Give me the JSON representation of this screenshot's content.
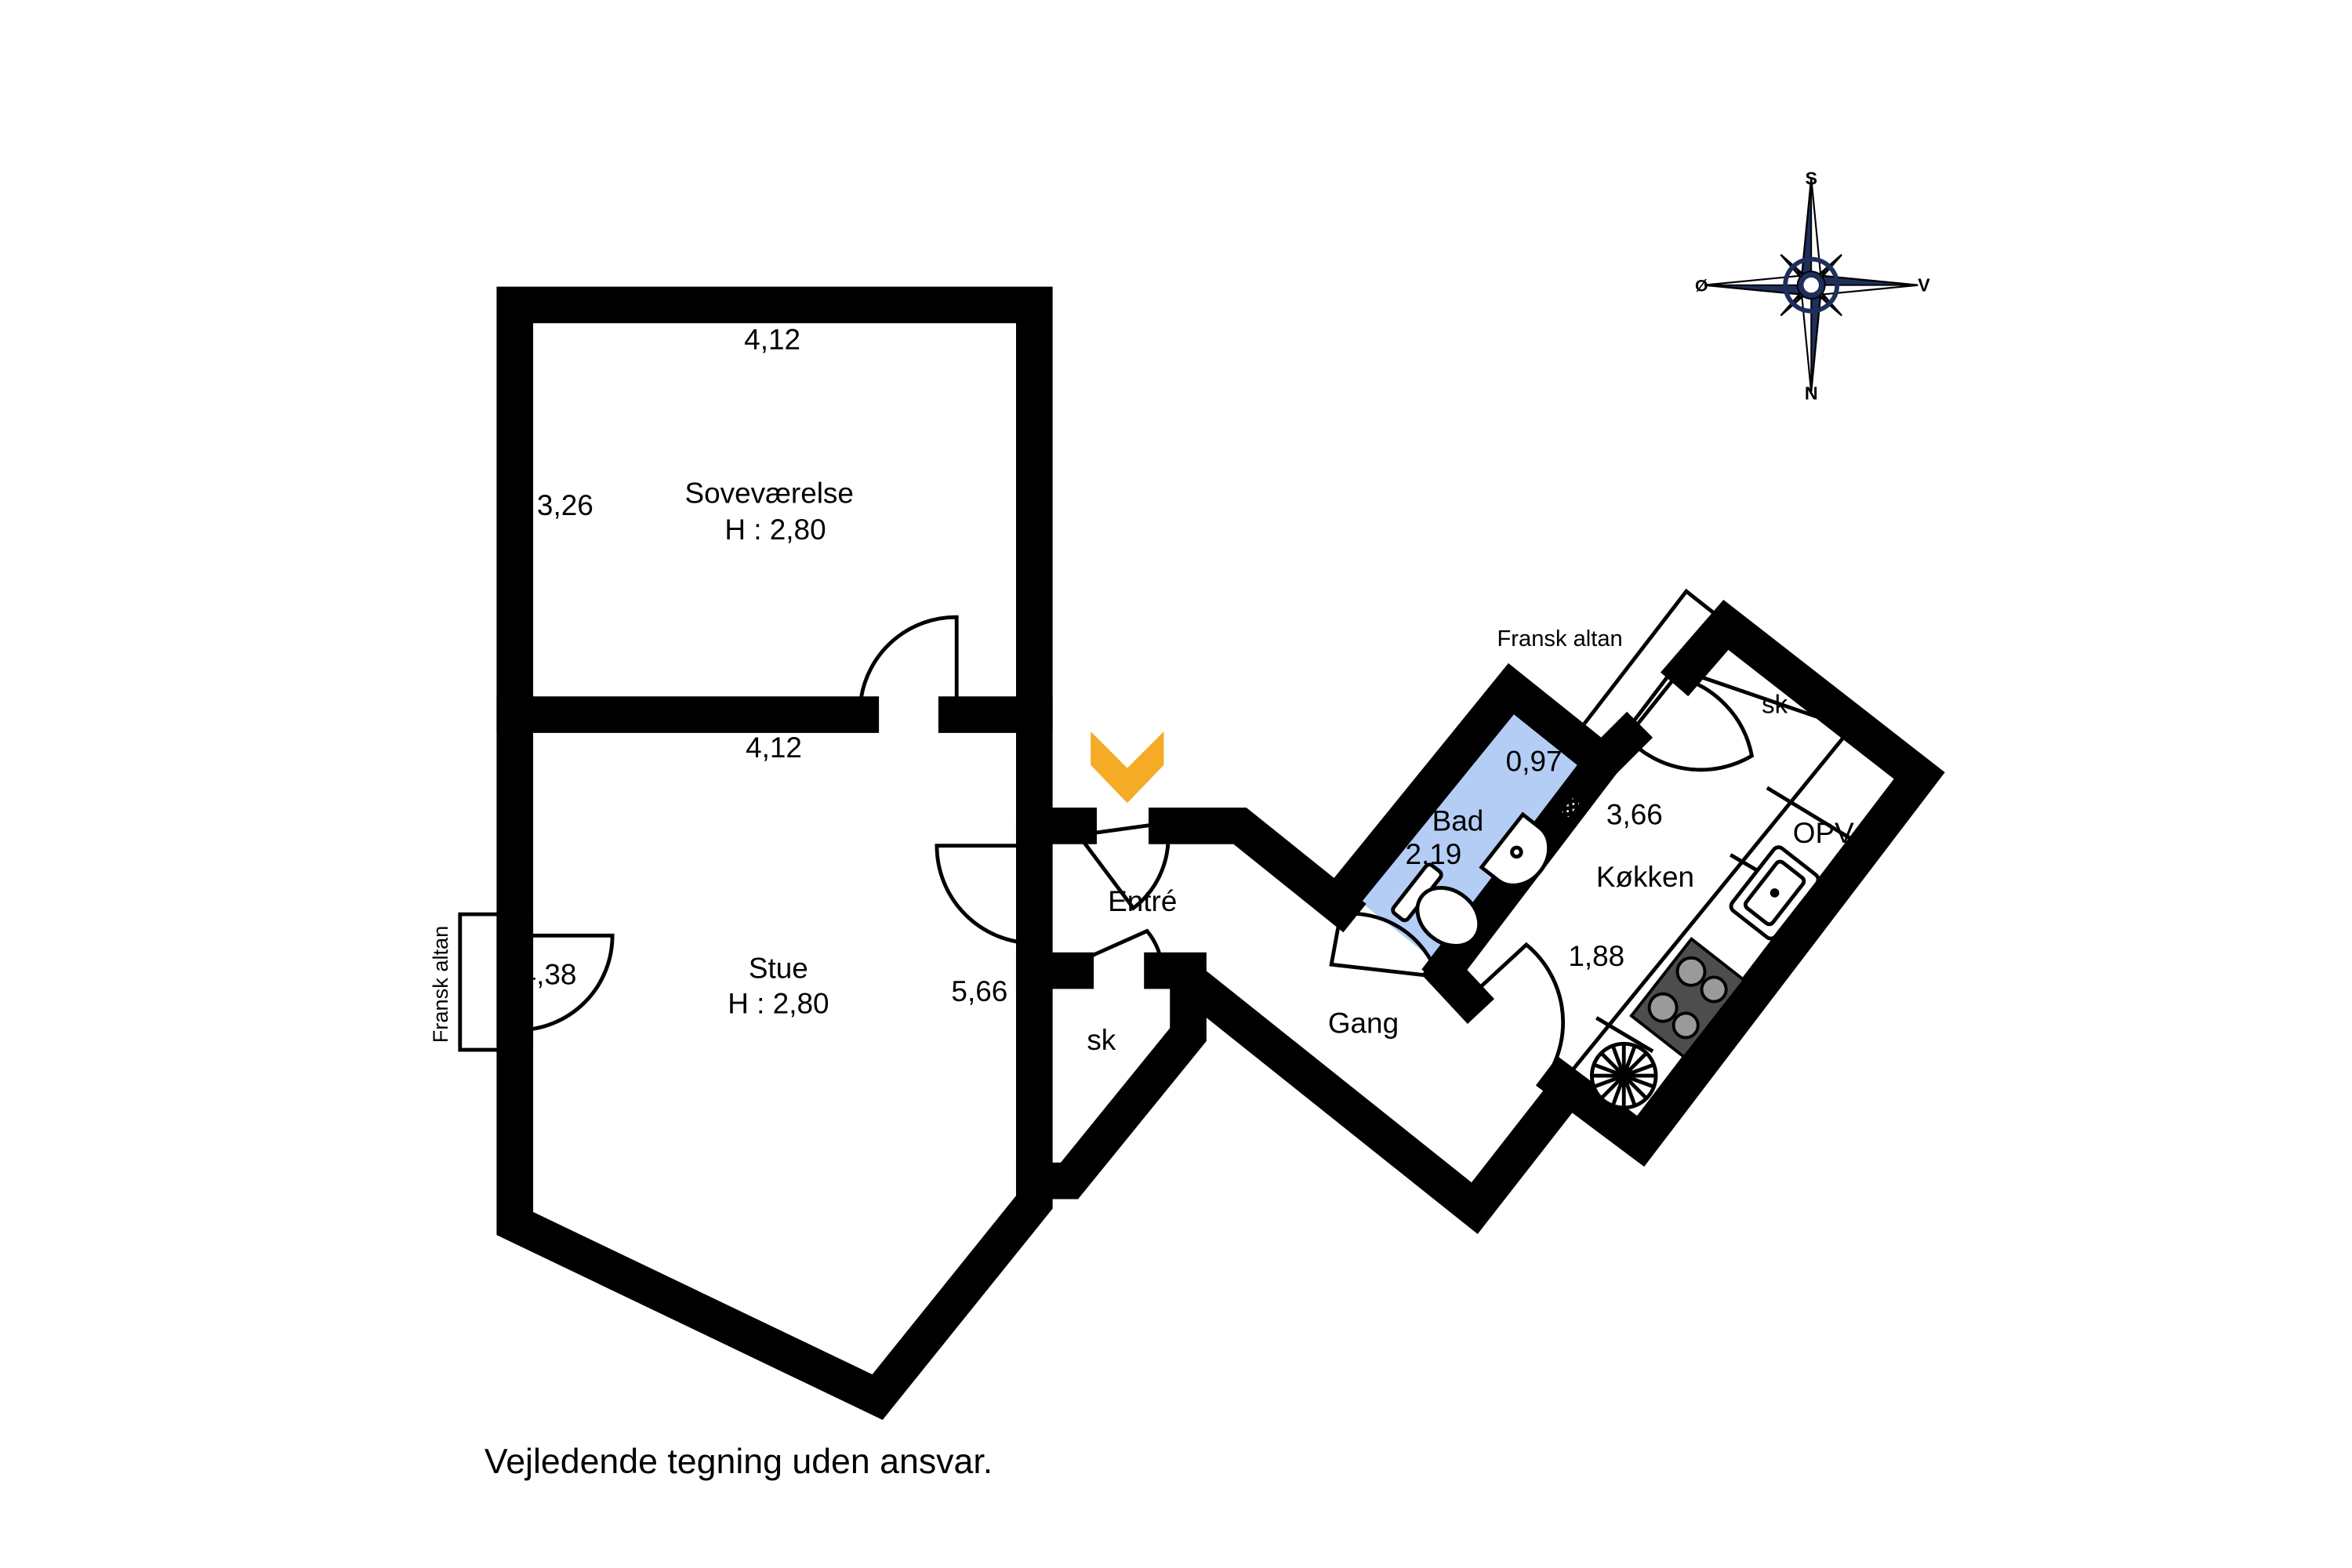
{
  "colors": {
    "wall": "#000000",
    "bath_fill": "#b3cdf5",
    "entry_arrow": "#f5ab25",
    "compass": "#1f2f5c"
  },
  "compass": {
    "north": "N",
    "south": "S",
    "east": "Ø",
    "west": "V"
  },
  "rooms": {
    "bedroom": {
      "name": "Soveværelse",
      "height": "H : 2,80",
      "width_label": "4,12",
      "depth_label": "3,26"
    },
    "living": {
      "name": "Stue",
      "height": "H : 2,80",
      "width_label": "4,12",
      "side_label": "4,38",
      "depth_label": "5,66"
    },
    "entry": {
      "name": "Entré"
    },
    "closet_entry": {
      "name": "sk"
    },
    "hall": {
      "name": "Gang"
    },
    "bath": {
      "name": "Bad",
      "width_label": "0,97",
      "depth_label": "2,19"
    },
    "kitchen": {
      "name": "Køkken",
      "length_label": "3,66",
      "width_label": "1,88",
      "closet": "sk",
      "dishwasher": "OPV"
    }
  },
  "balconies": {
    "living": "Fransk altan",
    "kitchen": "Fransk altan"
  },
  "disclaimer": "Vejledende tegning uden ansvar.",
  "icons": [
    "compass-rose-icon",
    "entry-arrow-icon",
    "sink-icon",
    "stove-icon",
    "fan-icon",
    "toilet-icon",
    "washbasin-icon",
    "shower-icon"
  ]
}
